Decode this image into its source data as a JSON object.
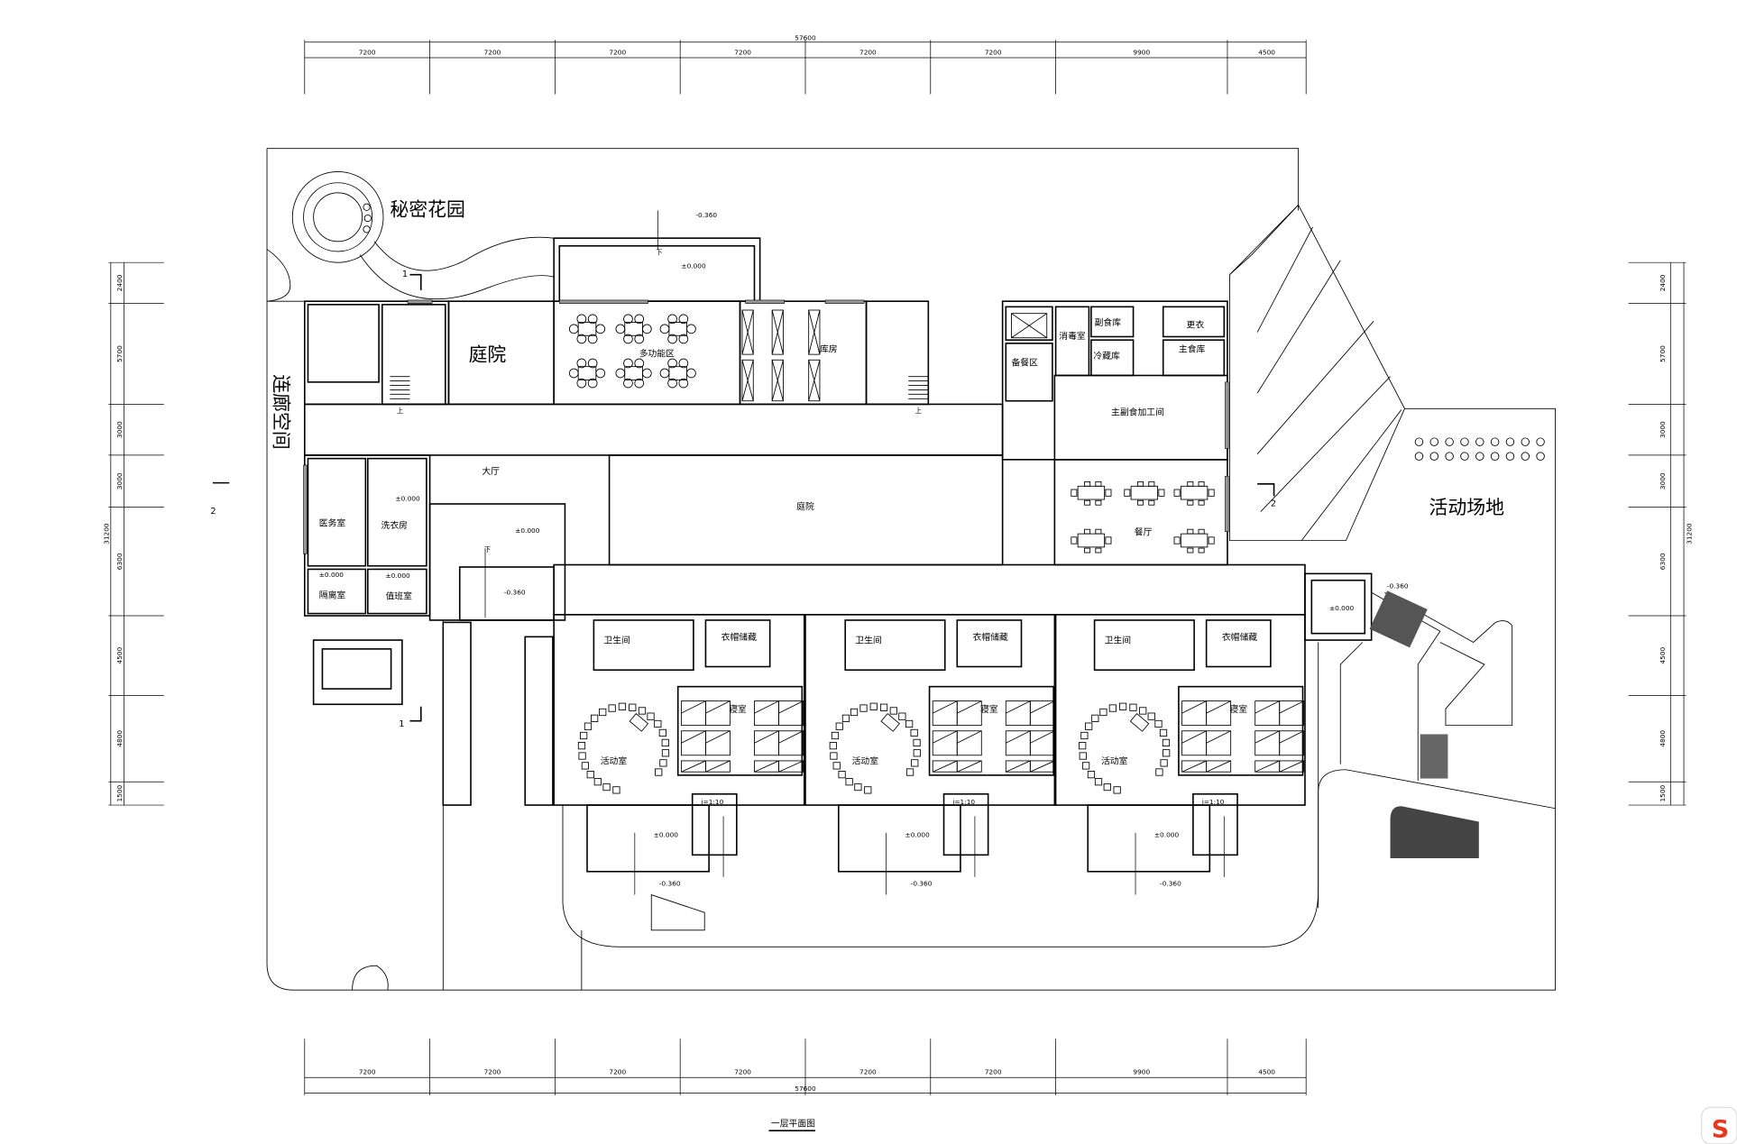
{
  "title": "一层平面图",
  "dimensions": {
    "top_total": "57600",
    "top_segments": [
      "7200",
      "7200",
      "7200",
      "7200",
      "7200",
      "7200",
      "9900",
      "4500"
    ],
    "bottom_total": "57600",
    "bottom_segments": [
      "7200",
      "7200",
      "7200",
      "7200",
      "7200",
      "7200",
      "9900",
      "4500"
    ],
    "left_total": "31200",
    "left_segments": [
      "2400",
      "5700",
      "3000",
      "3000",
      "6300",
      "4500",
      "4800",
      "1500"
    ],
    "right_total": "31200",
    "right_segments": [
      "2400",
      "5700",
      "3000",
      "3000",
      "6300",
      "4500",
      "4800",
      "1500"
    ]
  },
  "areas": {
    "secret_garden": "秘密花园",
    "corridor_space": "连廊空间",
    "courtyard_small": "庭院",
    "courtyard_main": "庭院",
    "multi_function": "多功能区",
    "storage": "库房",
    "hall": "大厅",
    "medical": "医务室",
    "laundry": "洗衣房",
    "isolation": "隔离室",
    "duty": "值班室",
    "disinfection": "消毒室",
    "side_food_store": "副食库",
    "cold_store": "冷藏库",
    "changing": "更衣",
    "main_food_store": "主食库",
    "prep_area": "备餐区",
    "kitchen": "主副食加工间",
    "dining": "餐厅",
    "playground": "活动场地",
    "classrooms": [
      {
        "toilet": "卫生间",
        "cloak": "衣帽储藏",
        "bedroom": "寝室",
        "activity": "活动室",
        "ramp": "i=1:10",
        "elev1": "±0.000",
        "elev2": "-0.360"
      },
      {
        "toilet": "卫生间",
        "cloak": "衣帽储藏",
        "bedroom": "寝室",
        "activity": "活动室",
        "ramp": "i=1:10",
        "elev1": "±0.000",
        "elev2": "-0.360"
      },
      {
        "toilet": "卫生间",
        "cloak": "衣帽储藏",
        "bedroom": "寝室",
        "activity": "活动室",
        "ramp": "i=1:10",
        "elev1": "±0.000",
        "elev2": "-0.360"
      }
    ]
  },
  "elevations": {
    "terrace_outer": "-0.360",
    "terrace": "±0.000",
    "laundry": "±0.000",
    "hall": "±0.000",
    "hall_lower": "-0.360",
    "isolation": "±0.000",
    "duty": "±0.000",
    "east_entry": "±0.000",
    "east_outer": "-0.360"
  },
  "markers": {
    "down": "下",
    "up": "上",
    "section_1": "1",
    "section_2": "2"
  },
  "watermark_logo": "S"
}
